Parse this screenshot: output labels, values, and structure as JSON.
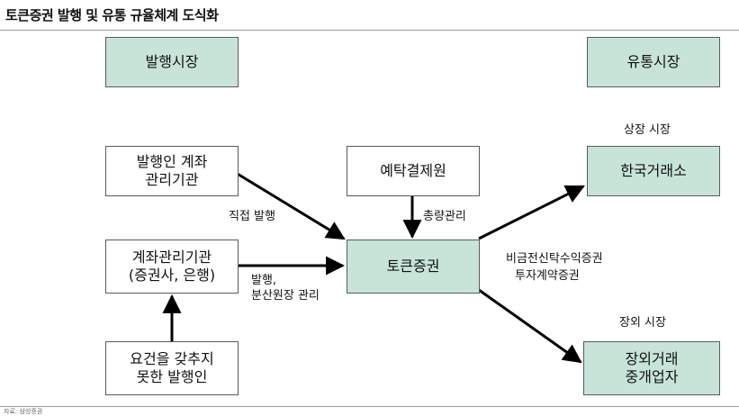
{
  "title": "토큰증권 발행 및 유통 규율체계 도식화",
  "source": "자료: 삼성증권",
  "boxes": {
    "issuance_market": "발행시장",
    "distribution_market": "유통시장",
    "issuer_account_institution": "발행인 계좌\n관리기관",
    "ksd": "예탁결제원",
    "korea_exchange": "한국거래소",
    "account_institution": "계좌관리기관\n(증권사, 은행)",
    "token_security": "토큰증권",
    "unqualified_issuer": "요건을 갖추지\n못한 발행인",
    "otc_broker": "장외거래\n중개업자"
  },
  "labels": {
    "listed_market": "상장 시장",
    "direct_issuance": "직접 발행",
    "total_management": "총량관리",
    "issuance_distributed_ledger": "발행,\n분산원장 관리",
    "non_financial_trust": "비금전신탁수익증권",
    "investment_contract": "투자계약증권",
    "otc_market": "장외 시장"
  },
  "colors": {
    "box_fill_green": "#c8e4d9",
    "box_border": "#5a5a5a",
    "arrow": "#000000"
  }
}
